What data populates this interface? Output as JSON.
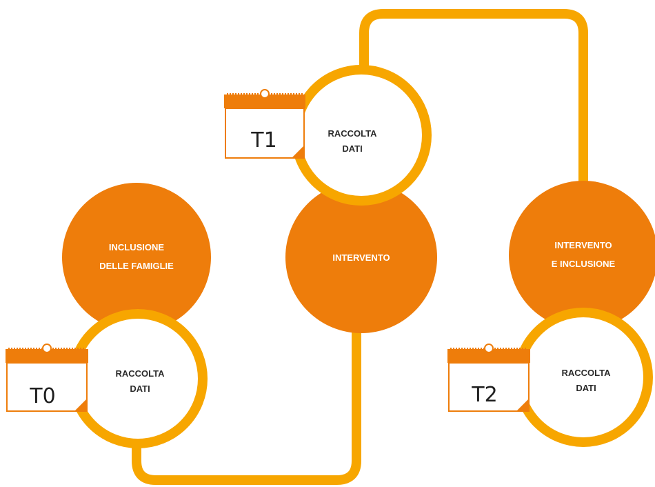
{
  "colors": {
    "track": "#f7a600",
    "stage_fill": "#ee7d0b",
    "calendar": "#ee7d0b",
    "text_dark": "#2b2b2b",
    "text_light": "#ffffff"
  },
  "stages": [
    {
      "line1": "INCLUSIONE",
      "line2": "DELLE FAMIGLIE"
    },
    {
      "line1": "INTERVENTO",
      "line2": ""
    },
    {
      "line1": "INTERVENTO",
      "line2": "E INCLUSIONE"
    }
  ],
  "collections": [
    {
      "time": "T0",
      "line1": "RACCOLTA",
      "line2": "DATI",
      "icon": "calendar-icon"
    },
    {
      "time": "T1",
      "line1": "RACCOLTA",
      "line2": "DATI",
      "icon": "calendar-icon"
    },
    {
      "time": "T2",
      "line1": "RACCOLTA",
      "line2": "DATI",
      "icon": "calendar-icon"
    }
  ]
}
